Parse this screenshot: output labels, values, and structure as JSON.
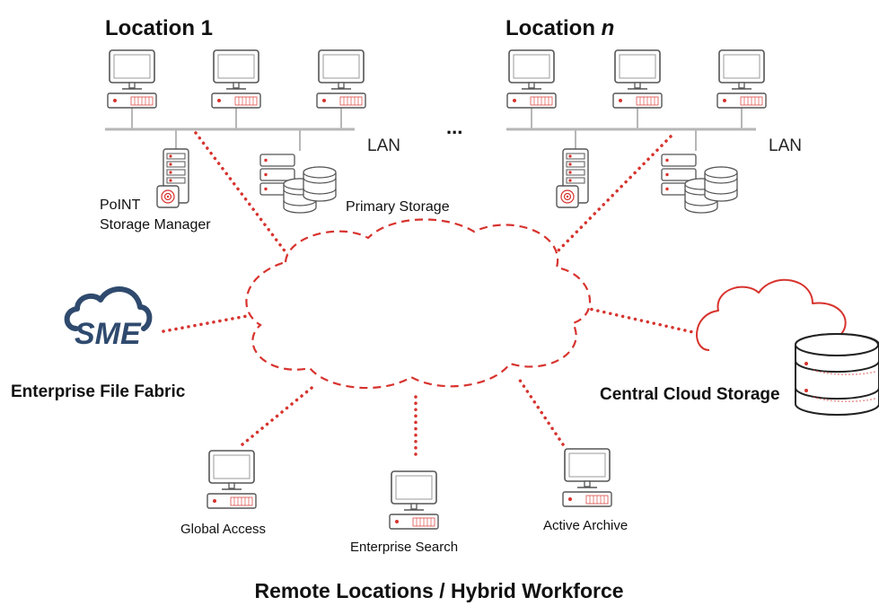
{
  "locations": [
    {
      "title_prefix": "Location",
      "title_suffix": "1",
      "network_label": "LAN"
    },
    {
      "title_prefix": "Location",
      "title_suffix": "n",
      "network_label": "LAN"
    }
  ],
  "ellipsis": "...",
  "storage_manager": {
    "line1": "PoINT",
    "line2": "Storage Manager"
  },
  "primary_storage": "Primary Storage",
  "sme": {
    "logo_text": "SME",
    "label": "Enterprise File Fabric"
  },
  "central_cloud": {
    "label": "Central Cloud Storage"
  },
  "clients": {
    "global_access": "Global Access",
    "enterprise_search": "Enterprise Search",
    "active_archive": "Active Archive"
  },
  "footer": "Remote Locations / Hybrid Workforce",
  "colors": {
    "accent": "#d7332e",
    "network": "#b7b7b7",
    "text": "#111111",
    "logo_blue": "#2f4a6e"
  }
}
